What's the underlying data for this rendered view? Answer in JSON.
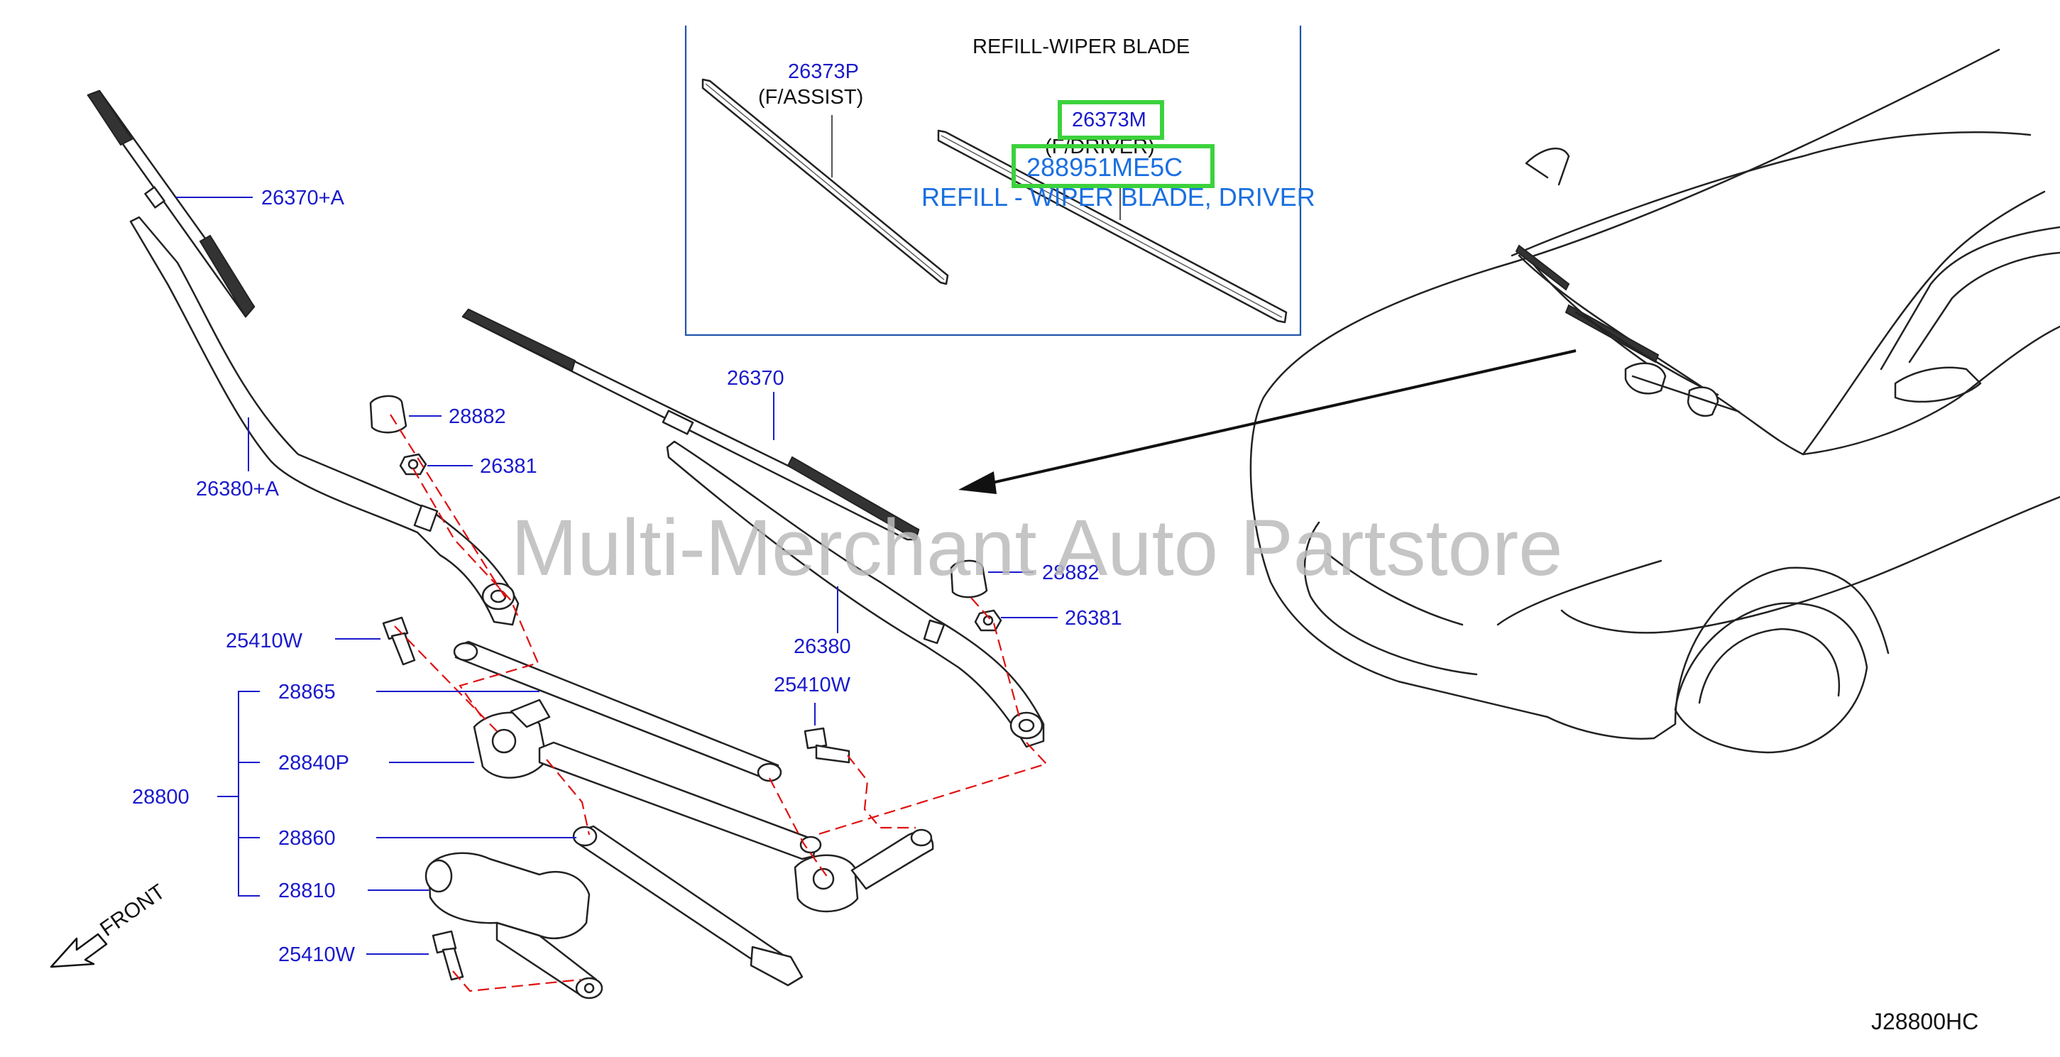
{
  "inset": {
    "title": "REFILL-WIPER   BLADE",
    "assist_code": "26373P",
    "assist_note": "(F/ASSIST)",
    "driver_code": "26373M",
    "driver_note": "(F/DRIVER)"
  },
  "highlight": {
    "part_number": "288951ME5C",
    "description": "REFILL - WIPER BLADE, DRIVER",
    "box_color": "#3cd23c",
    "text_color": "#1a6fe0"
  },
  "labels": {
    "p26370A": "26370+A",
    "p26380A": "26380+A",
    "p28882a": "28882",
    "p26381a": "26381",
    "p26370": "26370",
    "p28882b": "28882",
    "p26381b": "26381",
    "p26380": "26380",
    "p25410Wa": "25410W",
    "p25410Wb": "25410W",
    "p25410Wc": "25410W",
    "p28865": "28865",
    "p28840P": "28840P",
    "p28800": "28800",
    "p28860": "28860",
    "p28810": "28810"
  },
  "front_label": "FRONT",
  "watermark": "Multi-Merchant Auto Partstore",
  "diagram_code": "J28800HC",
  "colors": {
    "label": "#1a1acc",
    "dashed_line": "#e01010"
  }
}
